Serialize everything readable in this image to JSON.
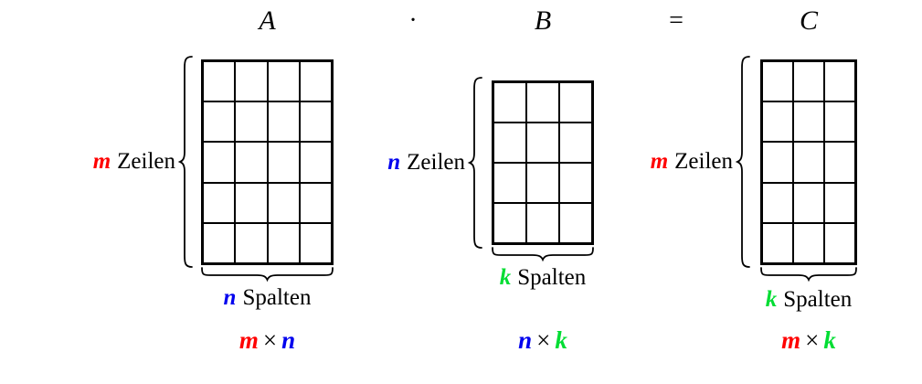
{
  "equation": {
    "a_label": "A",
    "cdot": "·",
    "b_label": "B",
    "equals": "=",
    "c_label": "C"
  },
  "colors": {
    "m": "#ff0000",
    "n": "#0000ee",
    "k": "#00dd33",
    "line": "#000000"
  },
  "matrices": [
    {
      "name": "A",
      "rows": 5,
      "cols": 4,
      "row_label": {
        "var": "m",
        "word": "Zeilen"
      },
      "col_label": {
        "var": "n",
        "word": "Spalten"
      },
      "dims": {
        "rows_var": "m",
        "times": "×",
        "cols_var": "n"
      }
    },
    {
      "name": "B",
      "rows": 4,
      "cols": 3,
      "row_label": {
        "var": "n",
        "word": "Zeilen"
      },
      "col_label": {
        "var": "k",
        "word": "Spalten"
      },
      "dims": {
        "rows_var": "n",
        "times": "×",
        "cols_var": "k"
      }
    },
    {
      "name": "C",
      "rows": 5,
      "cols": 3,
      "row_label": {
        "var": "m",
        "word": "Zeilen"
      },
      "col_label": {
        "var": "k",
        "word": "Spalten"
      },
      "dims": {
        "rows_var": "m",
        "times": "×",
        "cols_var": "k"
      }
    }
  ]
}
